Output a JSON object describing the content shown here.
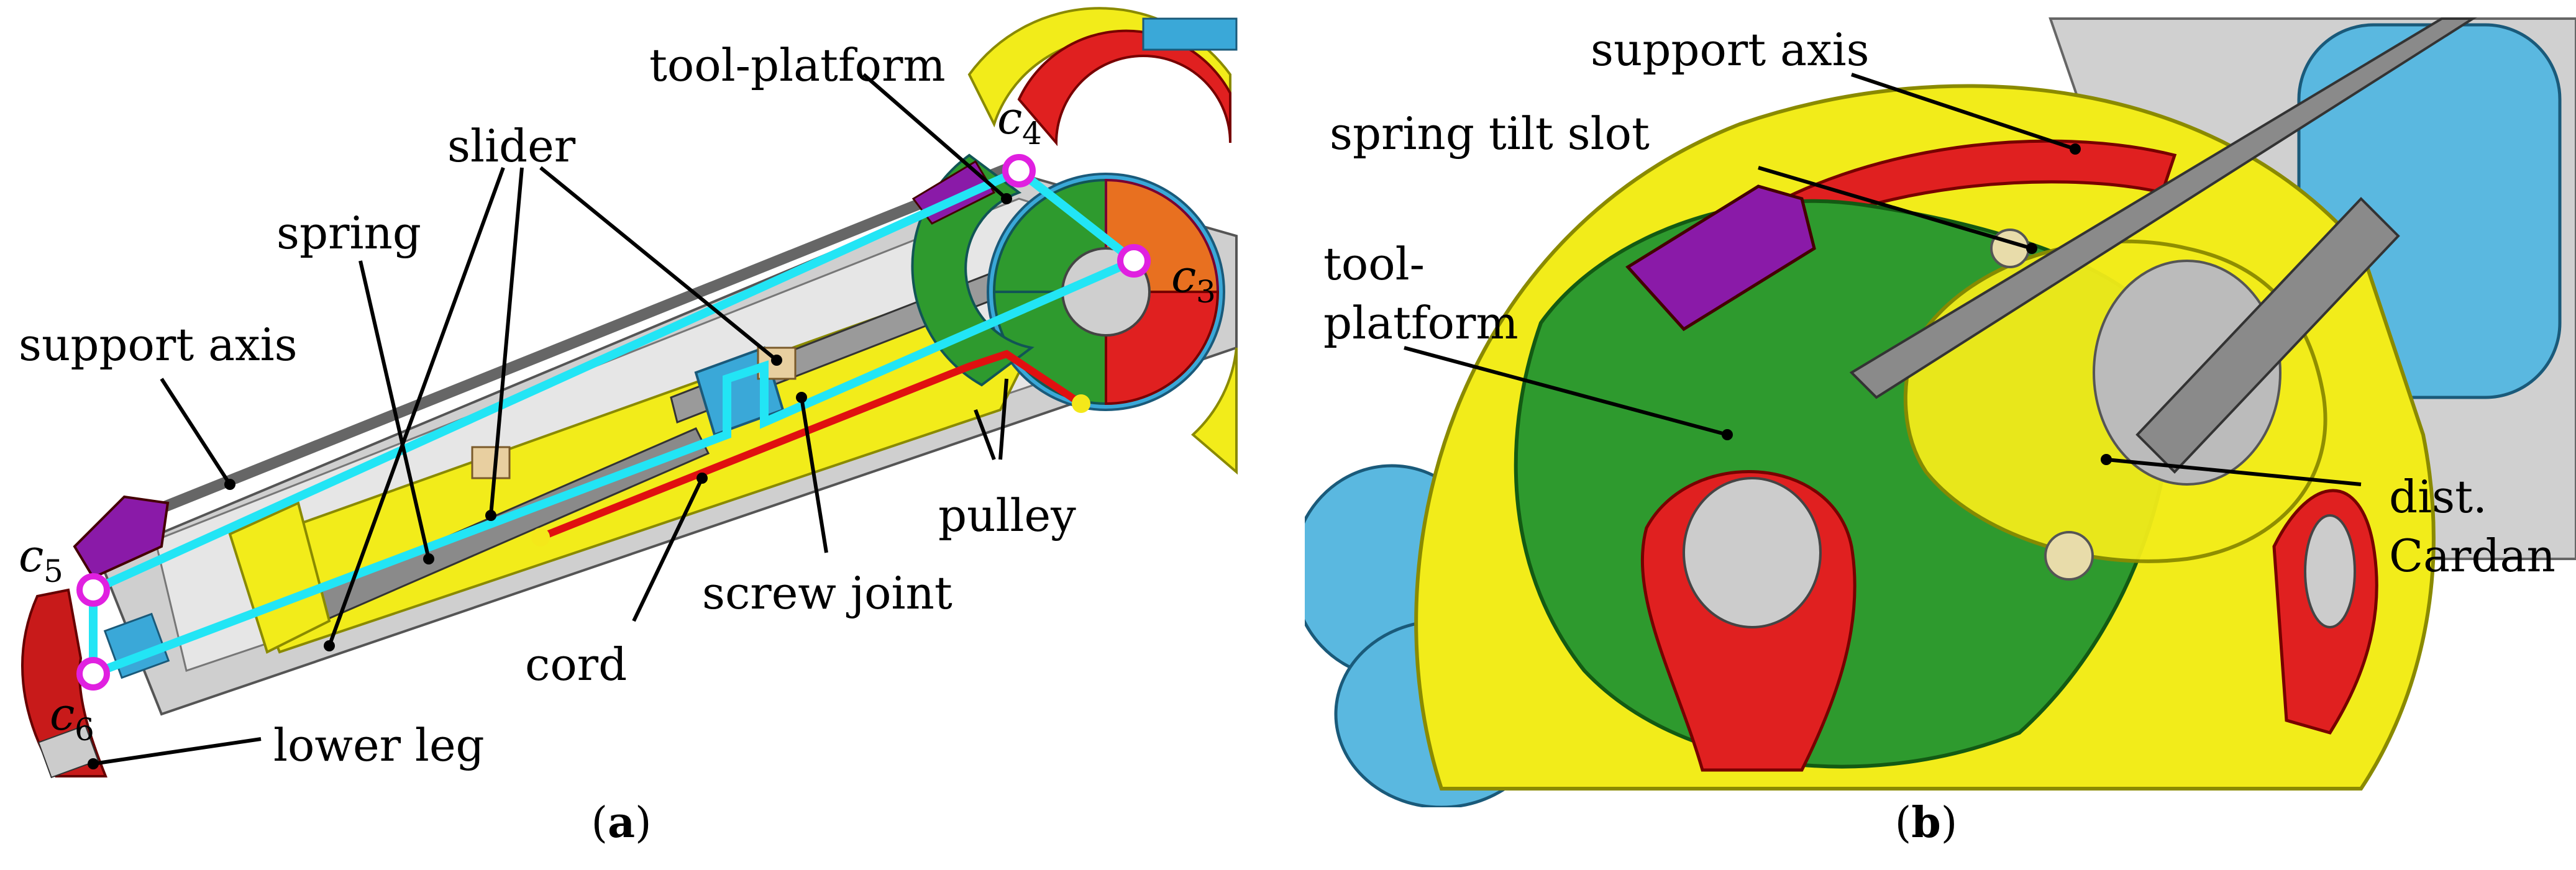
{
  "panel_a": {
    "labels": {
      "tool_platform": "tool-platform",
      "slider": "slider",
      "spring": "spring",
      "support_axis": "support axis",
      "pulley": "pulley",
      "screw_joint": "screw joint",
      "cord": "cord",
      "lower_leg": "lower leg"
    },
    "points": {
      "c3": {
        "base": "c",
        "sub": "3"
      },
      "c4": {
        "base": "c",
        "sub": "4"
      },
      "c5": {
        "base": "c",
        "sub": "5"
      },
      "c6": {
        "base": "c",
        "sub": "6"
      }
    },
    "caption": {
      "open": "(",
      "letter": "a",
      "close": ")"
    }
  },
  "panel_b": {
    "labels": {
      "support_axis": "support axis",
      "spring_tilt_slot": "spring tilt slot",
      "tool_platform_line1": "tool-",
      "tool_platform_line2": "platform",
      "dist_cardan_line1": "dist.",
      "dist_cardan_line2": "Cardan"
    },
    "caption": {
      "open": "(",
      "letter": "b",
      "close": ")"
    }
  },
  "colors": {
    "kinematic_line": "#22e5f5",
    "joint_circle": "#e020e0",
    "cord": "#e01010",
    "green_part": "#2e9a2e",
    "yellow_part": "#f2ec1a",
    "red_part": "#e02020",
    "purple_part": "#8a1aa8",
    "blue_part": "#3aa8d8",
    "grey_part": "#c9c9c9"
  }
}
